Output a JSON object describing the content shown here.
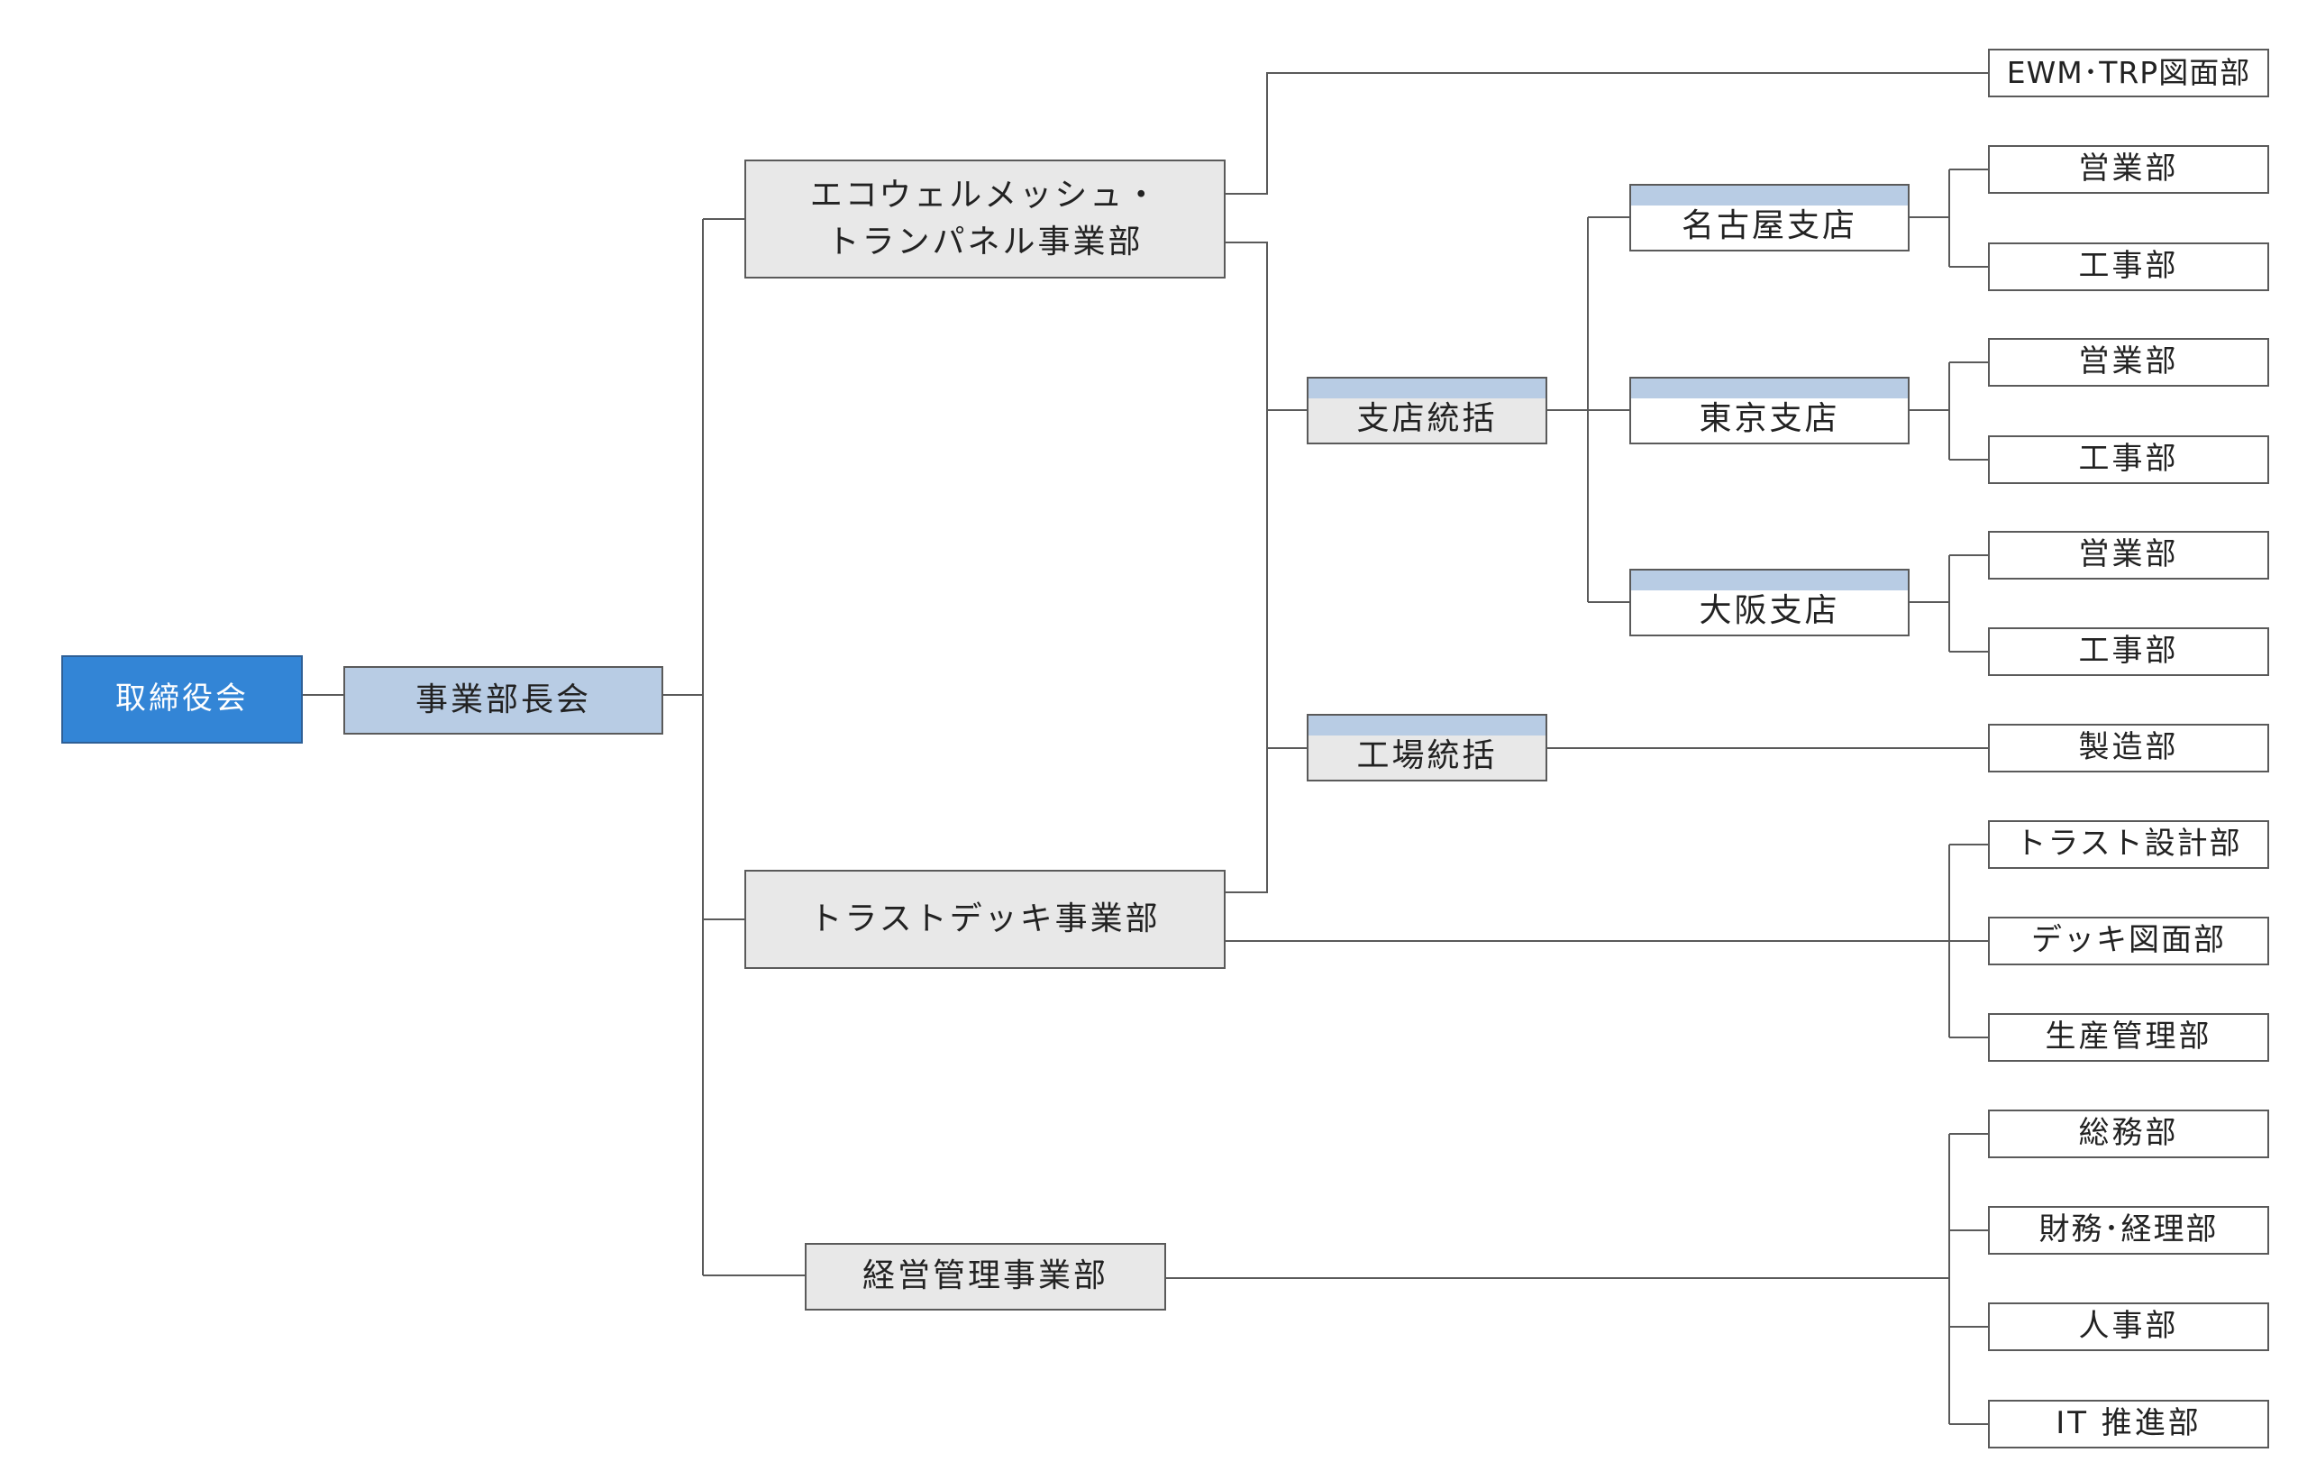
{
  "colors": {
    "board": "#3385d6",
    "council": "#b8cce4",
    "division": "#e8e8e8",
    "band": "#b8cce4",
    "line": "#5a5a5a"
  },
  "nodes": {
    "board": "取締役会",
    "council": "事業部長会",
    "ecowell": "エコウェルメッシュ・\nトランパネル事業部",
    "trustdeck": "トラストデッキ事業部",
    "mgmt": "経営管理事業部",
    "branch_hq": "支店統括",
    "factory_hq": "工場統括",
    "nagoya": "名古屋支店",
    "tokyo": "東京支店",
    "osaka": "大阪支店",
    "ewm_drawing": "EWM･TRP図面部",
    "nagoya_sales": "営業部",
    "nagoya_construction": "工事部",
    "tokyo_sales": "営業部",
    "tokyo_construction": "工事部",
    "osaka_sales": "営業部",
    "osaka_construction": "工事部",
    "manufacturing": "製造部",
    "trust_design": "トラスト設計部",
    "deck_drawing": "デッキ図面部",
    "production_mgmt": "生産管理部",
    "general_affairs": "総務部",
    "finance": "財務･経理部",
    "hr": "人事部",
    "it": "IT 推進部"
  }
}
